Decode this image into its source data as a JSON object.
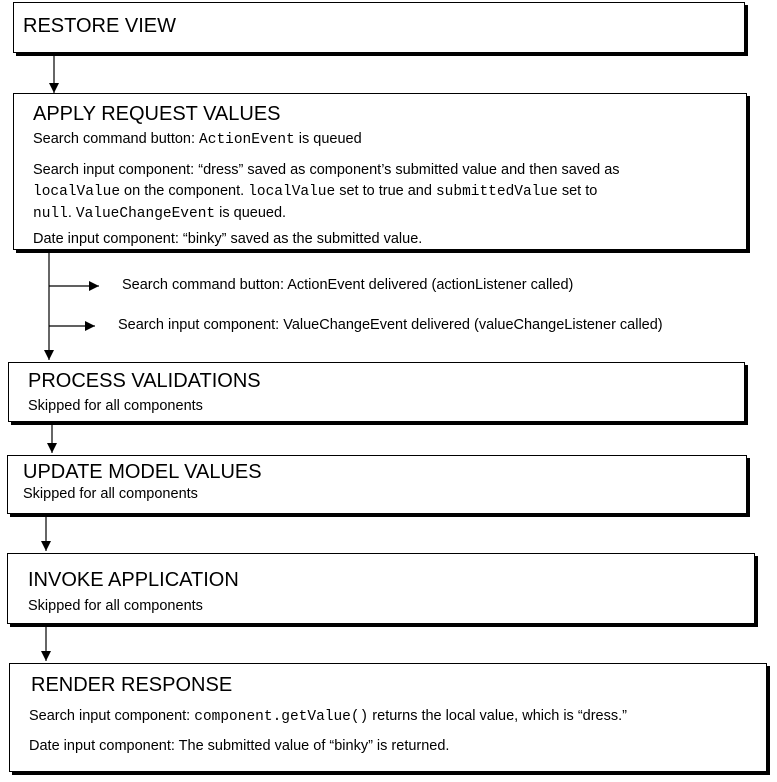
{
  "phases": {
    "restore_view": {
      "title": "RESTORE VIEW"
    },
    "apply_request_values": {
      "title": "APPLY REQUEST VALUES",
      "line1_prefix": "Search command button: ",
      "line1_code": "ActionEvent",
      "line1_suffix": " is queued",
      "line2_text1": "Search input component: “dress” saved as component’s submitted value and then saved as",
      "line2_code1": "localValue",
      "line2_text2": " on the component. ",
      "line2_code2": "localValue",
      "line2_text3": " set to true and ",
      "line2_code3": "submittedValue",
      "line2_text4": " set to",
      "line2_code4": "null",
      "line2_text5": ". ",
      "line2_code5": "ValueChangeEvent",
      "line2_text6": " is queued.",
      "line3": "Date input component: “binky” saved as the submitted value."
    },
    "events": {
      "action_event": "Search command button: ActionEvent delivered (actionListener called)",
      "value_change_event": "Search input component: ValueChangeEvent delivered (valueChangeListener called)"
    },
    "process_validations": {
      "title": "PROCESS VALIDATIONS",
      "text": "Skipped for all components"
    },
    "update_model_values": {
      "title": "UPDATE MODEL VALUES",
      "text": "Skipped for all components"
    },
    "invoke_application": {
      "title": "INVOKE APPLICATION",
      "text": "Skipped for all components"
    },
    "render_response": {
      "title": "RENDER RESPONSE",
      "line1_prefix": "Search input component: ",
      "line1_code": "component.getValue()",
      "line1_suffix": " returns the local value, which is “dress.”",
      "line2": "Date input component: The submitted value of “binky” is returned."
    }
  }
}
